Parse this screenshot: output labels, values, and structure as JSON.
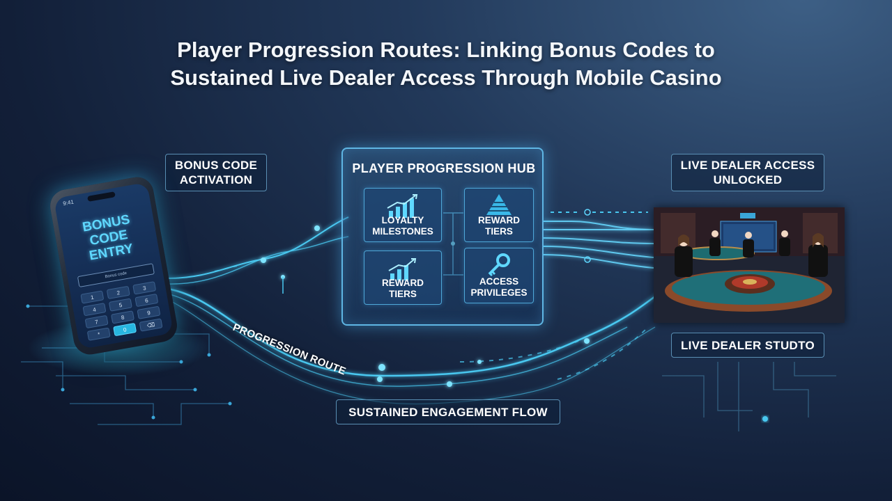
{
  "title_line1": "Player Progression Routes: Linking Bonus Codes to",
  "title_line2": "Sustained Live Dealer Access Through Mobile Casino",
  "labels": {
    "bonus_code_line1": "BONUS CODE",
    "bonus_code_line2": "ACTIVATION",
    "live_access_line1": "LIVE DEALER ACCESS",
    "live_access_line2": "UNLOCKED",
    "studio": "LIVE DEALER STUDTO",
    "engagement": "SUSTAINED ENGAGEMENT FLOW",
    "route": "PROGRESSION ROUTE"
  },
  "hub": {
    "title": "PLAYER PROGRESSION HUB",
    "tiles": [
      {
        "line1": "LOYALTY",
        "line2": "MILESTONES",
        "icon": "bar-chart-up-icon"
      },
      {
        "line1": "REWARD",
        "line2": "TIERS",
        "icon": "pyramid-icon"
      },
      {
        "line1": "REWARD",
        "line2": "TIERS",
        "icon": "bar-chart-up-icon"
      },
      {
        "line1": "ACCESS",
        "line2": "PRIVILEGES",
        "icon": "key-icon"
      }
    ]
  },
  "phone": {
    "heading_line1": "BONUS",
    "heading_line2": "CODE",
    "heading_line3": "ENTRY",
    "input_placeholder": "Bonus code",
    "status_time": "9:41",
    "keys": [
      "1",
      "2",
      "3",
      "4",
      "5",
      "6",
      "7",
      "8",
      "9",
      "*",
      "0",
      "⌫"
    ]
  },
  "colors": {
    "accent": "#5fd8ff",
    "flow": "#49c8f0",
    "box_border": "#5a8fb4"
  }
}
